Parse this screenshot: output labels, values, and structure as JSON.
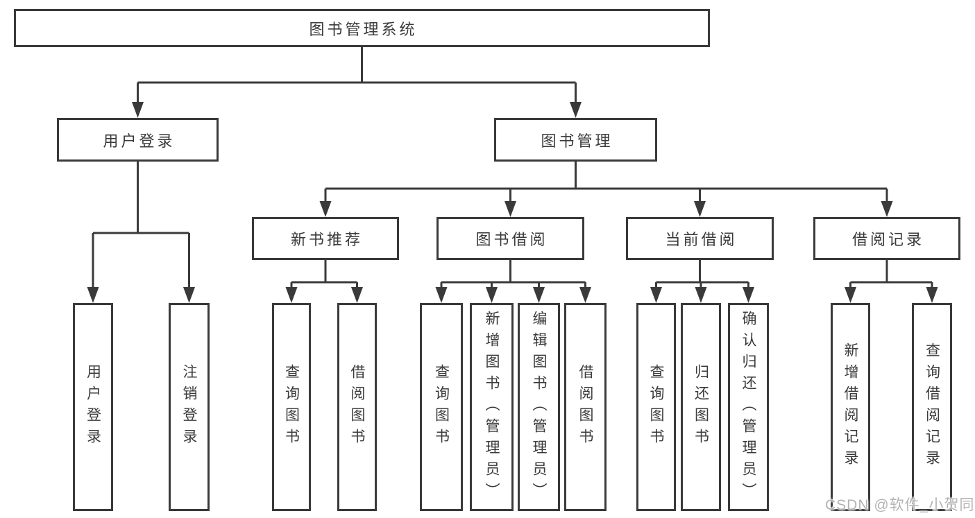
{
  "diagram": {
    "root": {
      "label": "图书管理系统"
    },
    "user_login": {
      "label": "用户登录",
      "children": {
        "login": {
          "label": "用户登录"
        },
        "logout": {
          "label": "注销登录"
        }
      }
    },
    "book_management": {
      "label": "图书管理",
      "groups": {
        "new_book": {
          "label": "新书推荐",
          "children": {
            "query": {
              "label": "查询图书"
            },
            "borrow": {
              "label": "借阅图书"
            }
          }
        },
        "book_borrow": {
          "label": "图书借阅",
          "children": {
            "query": {
              "label": "查询图书"
            },
            "add": {
              "label": "新增图书（管理员）"
            },
            "edit": {
              "label": "编辑图书（管理员）"
            },
            "borrow": {
              "label": "借阅图书"
            }
          }
        },
        "current_borrow": {
          "label": "当前借阅",
          "children": {
            "query": {
              "label": "查询图书"
            },
            "return_book": {
              "label": "归还图书"
            },
            "confirm_return": {
              "label": "确认归还（管理员）"
            }
          }
        },
        "borrow_records": {
          "label": "借阅记录",
          "children": {
            "add_record": {
              "label": "新增借阅记录"
            },
            "query_record": {
              "label": "查询借阅记录"
            }
          }
        }
      }
    }
  },
  "watermark": {
    "text": "CSDN @软件_小贺同学"
  },
  "colors": {
    "line": "#3a3a3a",
    "text": "#3a3a3a",
    "watermark": "#b3b3b3",
    "background": "#ffffff"
  }
}
